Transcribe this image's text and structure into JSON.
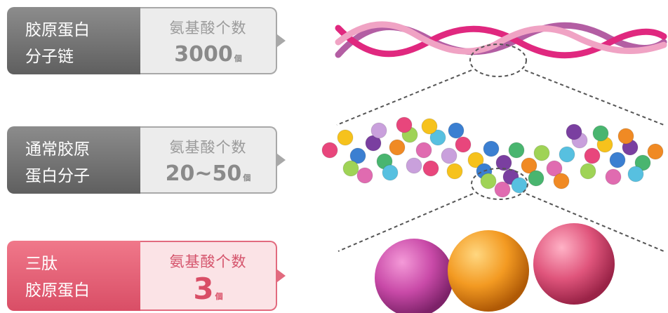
{
  "rows": [
    {
      "label_line1": "胶原蛋白",
      "label_line2": "分子链",
      "count_title": "氨基酸个数",
      "count_value": "3000",
      "count_unit": "個",
      "color": "#7a7a7a"
    },
    {
      "label_line1": "通常胶原",
      "label_line2": "蛋白分子",
      "count_title": "氨基酸个数",
      "count_value": "20~50",
      "count_unit": "個",
      "color": "#7a7a7a"
    },
    {
      "label_line1": "三肽",
      "label_line2": "胶原蛋白",
      "count_title": "氨基酸个数",
      "count_value": "3",
      "count_unit": "個",
      "color": "#e05a72"
    }
  ]
}
